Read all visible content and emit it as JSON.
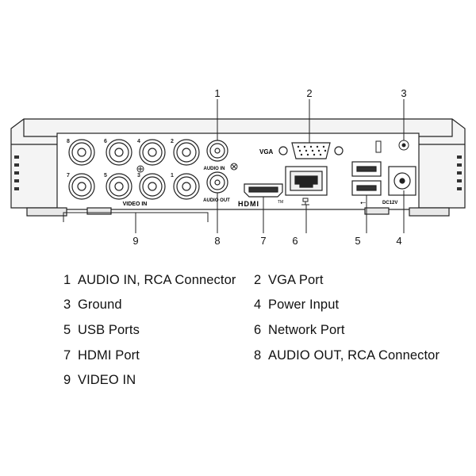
{
  "diagram": {
    "callouts": [
      "1",
      "2",
      "3",
      "4",
      "5",
      "6",
      "7",
      "8",
      "9"
    ],
    "panel_labels": {
      "vga": "VGA",
      "audio_in": "AUDIO IN",
      "audio_out": "AUDIO OUT",
      "video_in": "VIDEO IN",
      "hdmi": "HDMI",
      "tm": "TM",
      "dc12v": "DC12V",
      "usb_symbol": "⭠",
      "port_numbers": [
        "8",
        "6",
        "4",
        "2",
        "7",
        "5",
        "3",
        "1"
      ]
    }
  },
  "legend": [
    {
      "num": "1",
      "text": "AUDIO IN, RCA Connector"
    },
    {
      "num": "2",
      "text": "VGA Port"
    },
    {
      "num": "3",
      "text": "Ground"
    },
    {
      "num": "4",
      "text": "Power Input"
    },
    {
      "num": "5",
      "text": "USB Ports"
    },
    {
      "num": "6",
      "text": "Network Port"
    },
    {
      "num": "7",
      "text": "HDMI Port"
    },
    {
      "num": "8",
      "text": "AUDIO OUT, RCA Connector"
    },
    {
      "num": "9",
      "text": "VIDEO IN"
    }
  ]
}
